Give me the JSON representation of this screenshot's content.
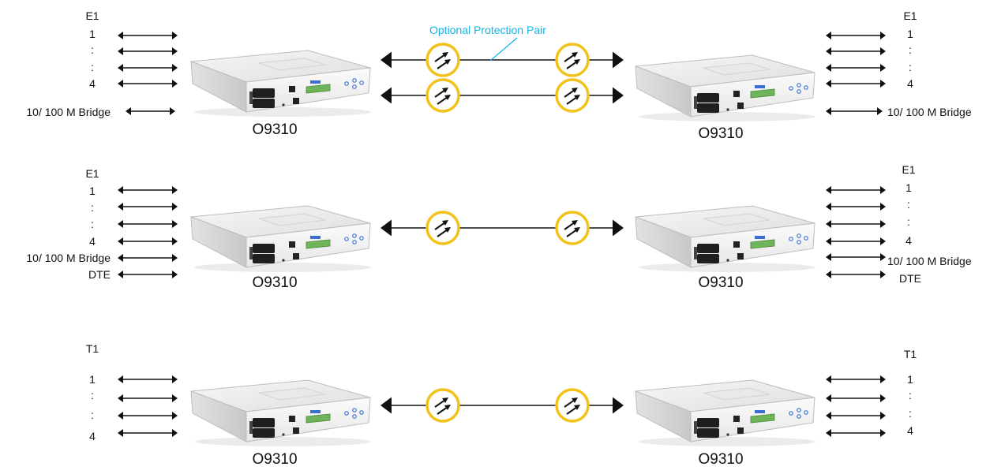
{
  "optional_protection_label": "Optional Protection Pair",
  "device_model": "O9310",
  "colors": {
    "fiber_ring": "#f2c21b",
    "annotation": "#14b4e6",
    "line": "#111111",
    "lcd": "#6fb45a"
  },
  "icons": {
    "fiber": "fiber-optic-icon",
    "device": "router-device-icon",
    "arrow": "double-arrow-icon"
  },
  "rows": [
    {
      "left": {
        "header": "E1",
        "items": [
          "1",
          ":",
          ":",
          "4",
          "10/ 100  M Bridge"
        ]
      },
      "right": {
        "header": "E1",
        "items": [
          "1",
          ":",
          ":",
          "4",
          "10/ 100  M Bridge"
        ]
      },
      "protection": true
    },
    {
      "left": {
        "header": "E1",
        "items": [
          "1",
          ":",
          ":",
          "4",
          "10/ 100  M Bridge",
          "DTE"
        ]
      },
      "right": {
        "header": "E1",
        "items": [
          "1",
          ":",
          ":",
          "4",
          "10/ 100  M Bridge",
          "DTE"
        ]
      },
      "protection": false
    },
    {
      "left": {
        "header": "T1",
        "items": [
          "1",
          ":",
          ":",
          "4"
        ]
      },
      "right": {
        "header": "T1",
        "items": [
          "1",
          ":",
          ":",
          "4"
        ]
      },
      "protection": false
    }
  ]
}
